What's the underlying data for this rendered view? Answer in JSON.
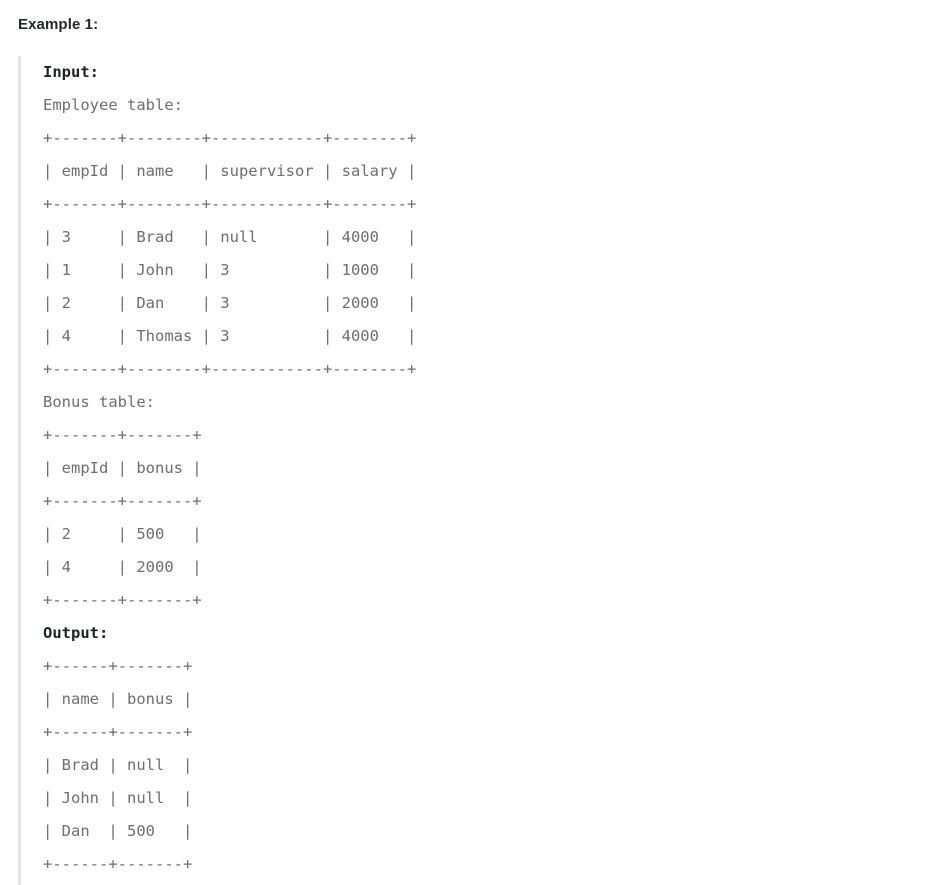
{
  "heading": "Example 1:",
  "sections": {
    "input": {
      "label": "Input:",
      "employee": {
        "caption": "Employee table:",
        "ascii": "+-------+--------+------------+--------+\n| empId | name   | supervisor | salary |\n+-------+--------+------------+--------+\n| 3     | Brad   | null       | 4000   |\n| 1     | John   | 3          | 1000   |\n| 2     | Dan    | 3          | 2000   |\n| 4     | Thomas | 3          | 4000   |\n+-------+--------+------------+--------+",
        "columns": [
          "empId",
          "name",
          "supervisor",
          "salary"
        ],
        "rows": [
          [
            "3",
            "Brad",
            "null",
            "4000"
          ],
          [
            "1",
            "John",
            "3",
            "1000"
          ],
          [
            "2",
            "Dan",
            "3",
            "2000"
          ],
          [
            "4",
            "Thomas",
            "3",
            "4000"
          ]
        ]
      },
      "bonus": {
        "caption": "Bonus table:",
        "ascii": "+-------+-------+\n| empId | bonus |\n+-------+-------+\n| 2     | 500   |\n| 4     | 2000  |\n+-------+-------+",
        "columns": [
          "empId",
          "bonus"
        ],
        "rows": [
          [
            "2",
            "500"
          ],
          [
            "4",
            "2000"
          ]
        ]
      }
    },
    "output": {
      "label": "Output:",
      "result": {
        "ascii": "+------+-------+\n| name | bonus |\n+------+-------+\n| Brad | null  |\n| John | null  |\n| Dan  | 500   |\n+------+-------+",
        "columns": [
          "name",
          "bonus"
        ],
        "rows": [
          [
            "Brad",
            "null"
          ],
          [
            "John",
            "null"
          ],
          [
            "Dan",
            "500"
          ]
        ]
      }
    }
  },
  "colors": {
    "text_muted": "#6e6e73",
    "text_strong": "#1f2328",
    "heading": "#24292f",
    "quote_border": "#e3e4e6",
    "background": "#ffffff"
  }
}
